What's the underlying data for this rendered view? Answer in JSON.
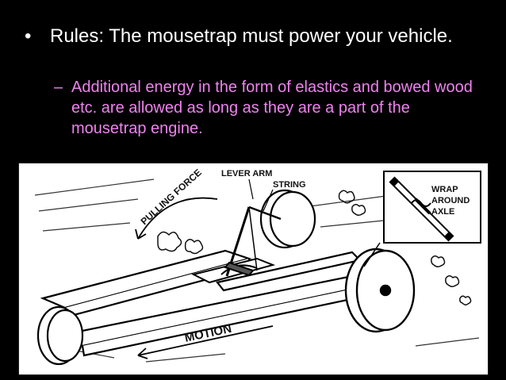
{
  "slide": {
    "bullet_mark": "•",
    "bullet_text": "Rules: The mousetrap must power your vehicle.",
    "sub_mark": "–",
    "sub_text": "Additional energy in the form of elastics and bowed wood etc. are allowed as long as they are a part of the mousetrap engine."
  },
  "figure": {
    "labels": {
      "lever_arm": "LEVER ARM",
      "string": "STRING",
      "pulling_force": "PULLING FORCE",
      "wrap": "WRAP",
      "around": "AROUND",
      "axle": "AXLE",
      "motion": "MOTION"
    }
  },
  "colors": {
    "background": "#000000",
    "bullet_text": "#ffffff",
    "sub_text": "#ee82ee"
  }
}
